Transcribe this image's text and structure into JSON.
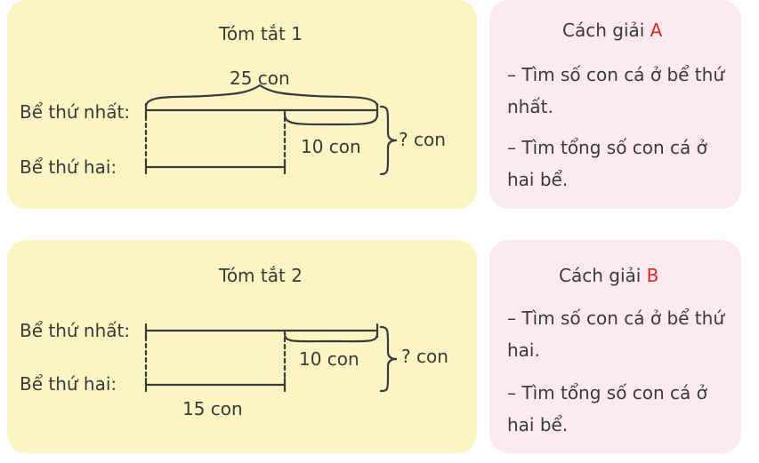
{
  "summary1": {
    "title": "Tóm tắt 1",
    "first_tank_label": "Bể thứ nhất:",
    "second_tank_label": "Bể thứ hai:",
    "total_first": "25 con",
    "difference": "10 con",
    "question": "? con"
  },
  "method_a": {
    "title_prefix": "Cách giải ",
    "title_letter": "A",
    "step1": "– Tìm số con cá ở bể thứ nhất.",
    "step2": "– Tìm tổng số con cá ở hai bể."
  },
  "summary2": {
    "title": "Tóm tắt 2",
    "first_tank_label": "Bể thứ nhất:",
    "second_tank_label": "Bể thứ hai:",
    "difference": "10 con",
    "question": "? con",
    "second_value": "15 con"
  },
  "method_b": {
    "title_prefix": "Cách giải ",
    "title_letter": "B",
    "step1": "– Tìm số con cá ở bể thứ hai.",
    "step2": "– Tìm tổng số con cá ở hai bể."
  },
  "colors": {
    "yellow_panel": "#fbf5c4",
    "pink_panel": "#fdeaf0",
    "accent_red": "#e8231f"
  }
}
